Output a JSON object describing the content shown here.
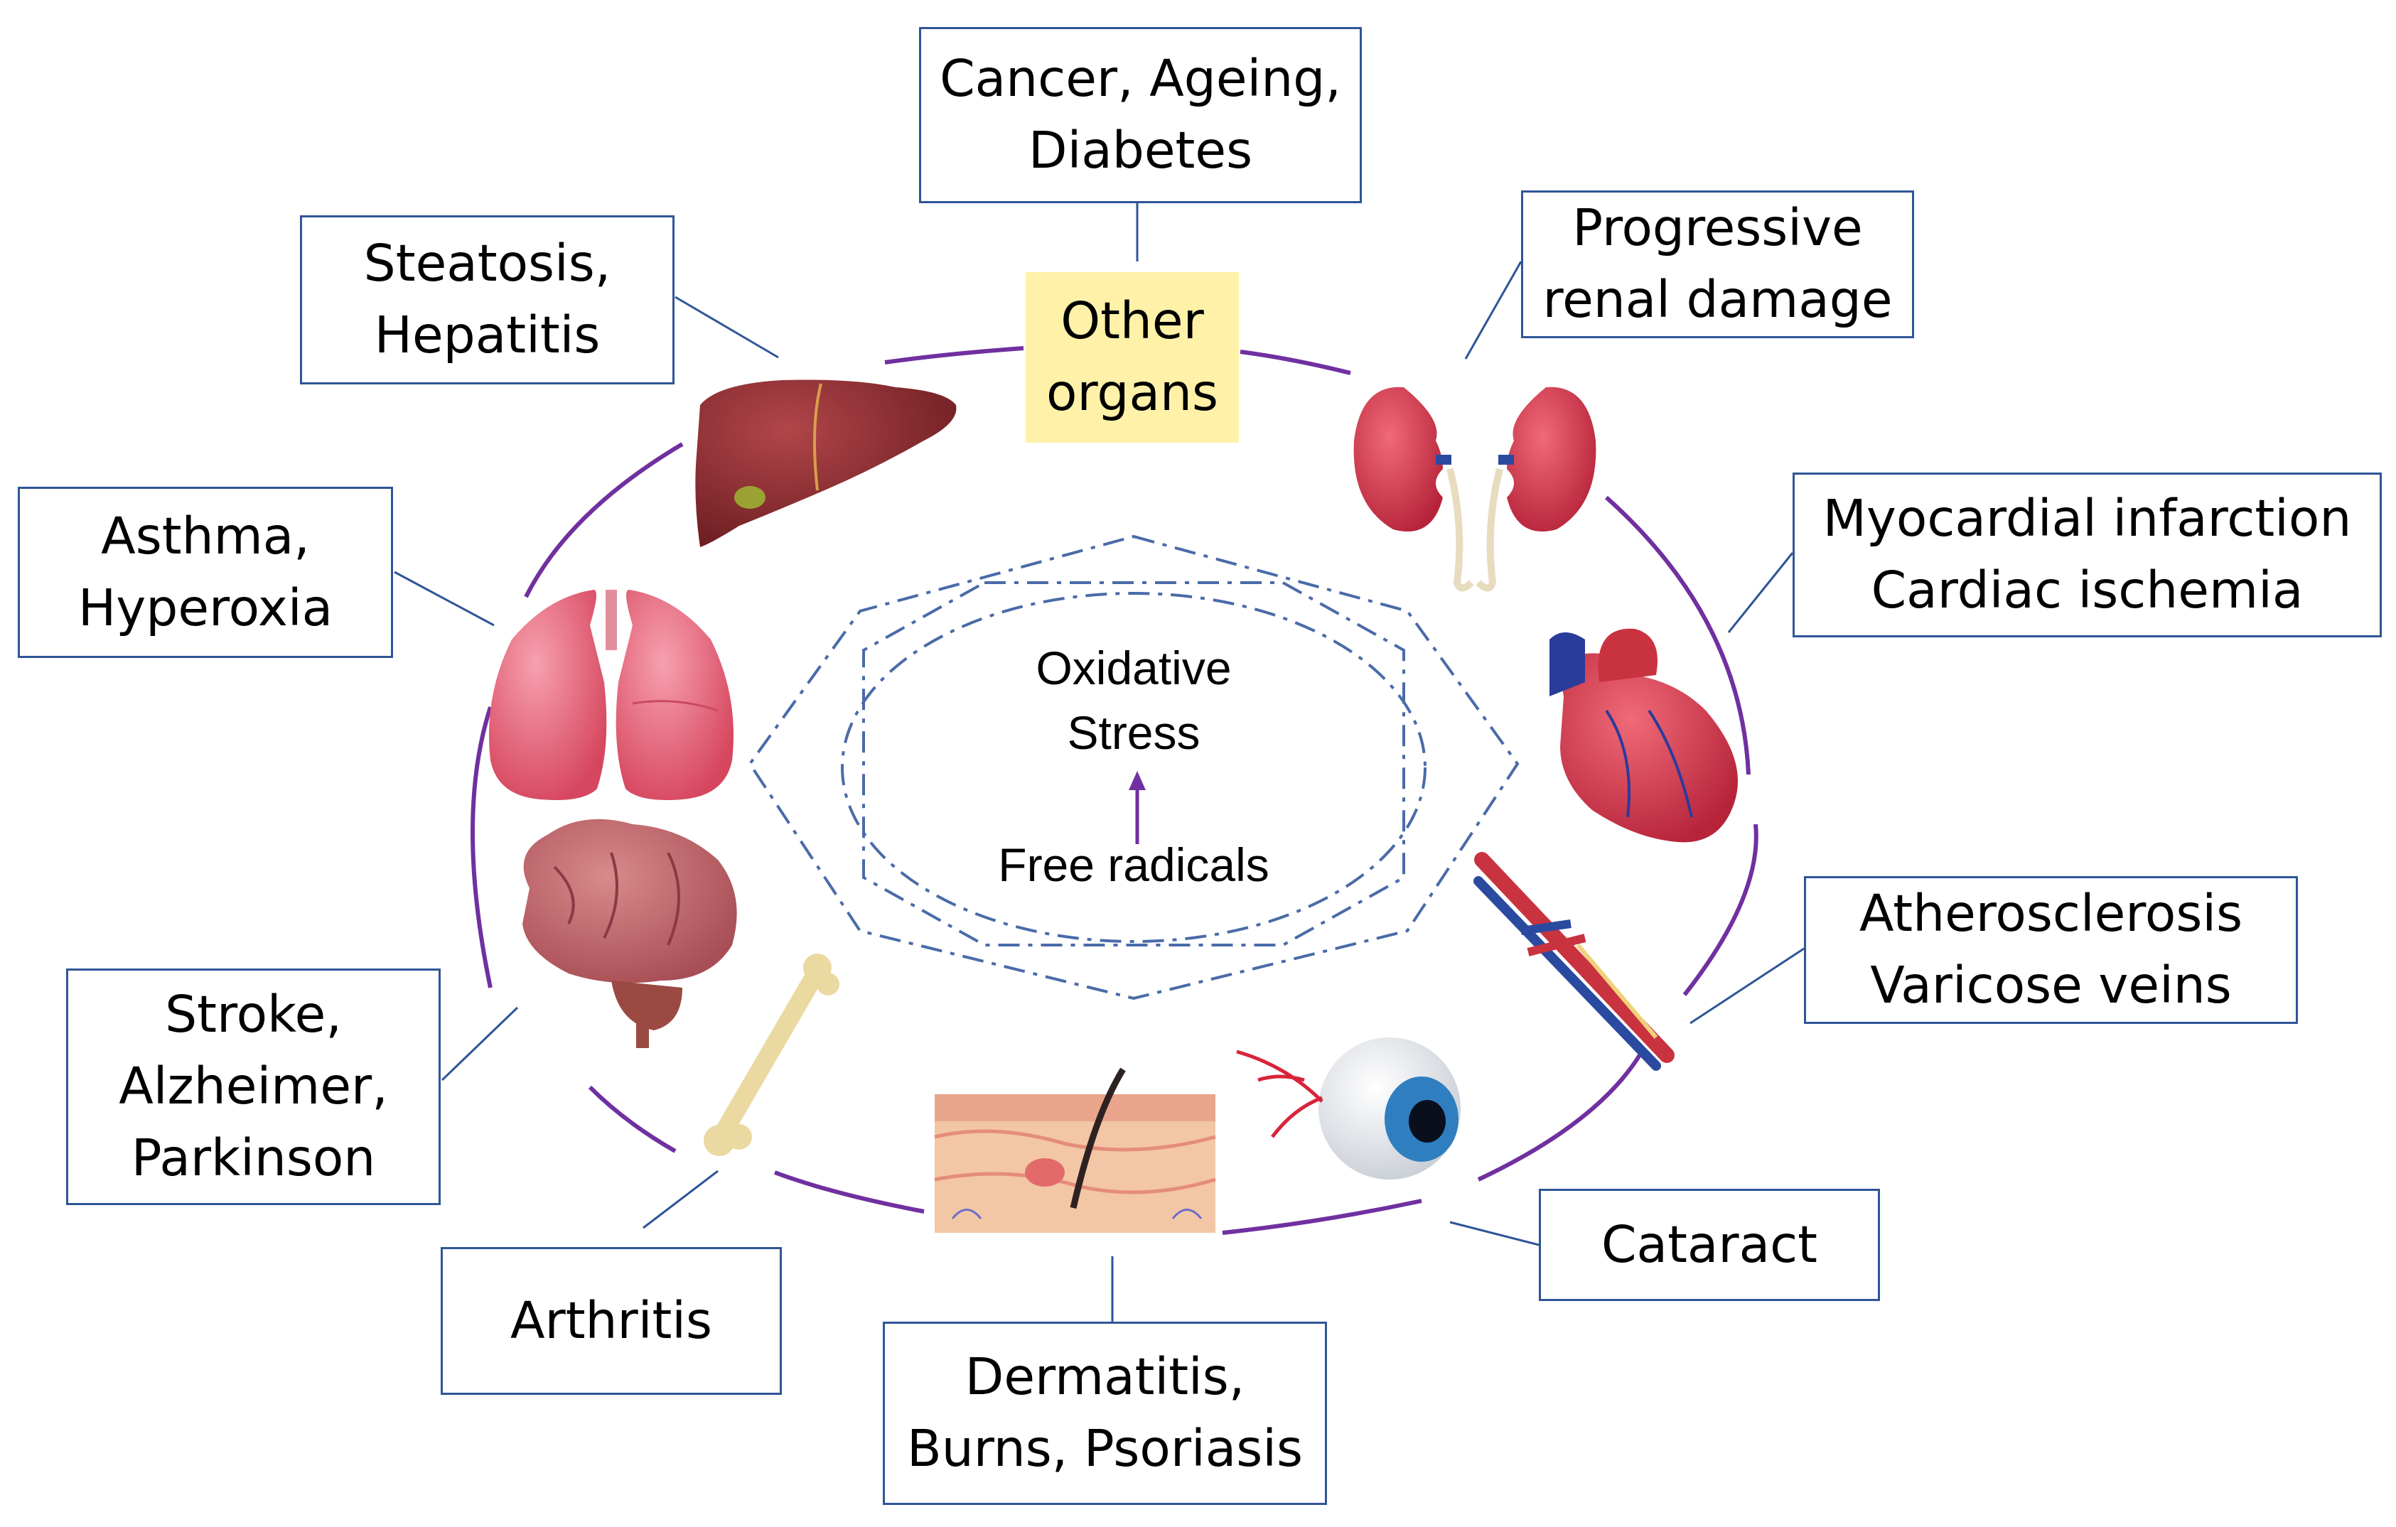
{
  "center": {
    "oxidative": "Oxidative",
    "stress": "Stress",
    "free_radicals": "Free radicals"
  },
  "other_organs": {
    "line1": "Other",
    "line2": "organs"
  },
  "boxes": {
    "cancer": {
      "line1": "Cancer, Ageing,",
      "line2": "Diabetes"
    },
    "steatosis": {
      "line1": "Steatosis,",
      "line2": "Hepatitis"
    },
    "renal": {
      "line1": "Progressive",
      "line2": "renal damage"
    },
    "asthma": {
      "line1": "Asthma,",
      "line2": "Hyperoxia"
    },
    "cardiac": {
      "line1": "Myocardial infarction",
      "line2": "Cardiac ischemia"
    },
    "athero": {
      "line1": "Atherosclerosis",
      "line2": "Varicose veins"
    },
    "stroke": {
      "line1": "Stroke,",
      "line2": "Alzheimer,",
      "line3": "Parkinson"
    },
    "arthritis": {
      "line1": "Arthritis"
    },
    "dermatitis": {
      "line1": "Dermatitis,",
      "line2": "Burns, Psoriasis"
    },
    "cataract": {
      "line1": "Cataract"
    }
  },
  "icons": [
    "liver-icon",
    "kidneys-icon",
    "lungs-icon",
    "heart-icon",
    "brain-icon",
    "blood-vessel-icon",
    "bone-icon",
    "skin-icon",
    "eye-icon"
  ],
  "colors": {
    "box_border": "#2f5597",
    "ellipse": "#7030a0",
    "highlight": "#fff2a8",
    "star": "#4a6ba8"
  }
}
